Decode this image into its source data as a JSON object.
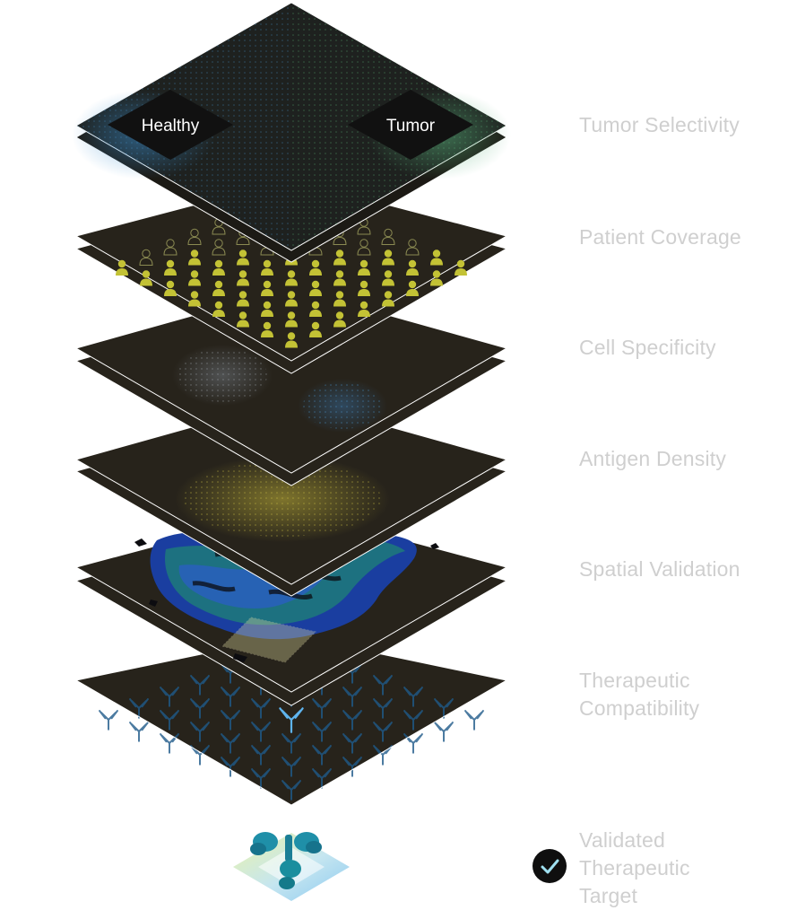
{
  "top_layer": {
    "healthy_label": "Healthy",
    "tumor_label": "Tumor"
  },
  "layers": [
    {
      "label": [
        "Tumor Selectivity"
      ]
    },
    {
      "label": [
        "Patient Coverage"
      ]
    },
    {
      "label": [
        "Cell Specificity"
      ]
    },
    {
      "label": [
        "Antigen Density"
      ]
    },
    {
      "label": [
        "Spatial Validation"
      ]
    },
    {
      "label": [
        "Therapeutic",
        "Compatibility"
      ]
    }
  ],
  "final": {
    "label": [
      "Validated",
      "Therapeutic",
      "Target"
    ],
    "icon": "checkmark-icon"
  },
  "patient_coverage": {
    "total_icons": 64,
    "covered_icons": 42
  },
  "colors": {
    "layer_fill": "#27231b",
    "layer_edge": "#ffffff",
    "healthy_dots": "#3a8fd0",
    "tumor_dots": "#58b07a",
    "patient_covered": "#c3c235",
    "patient_outline": "#8a8a52",
    "density_glow": "#c6b73a",
    "spatial_blue": "#1a3ea0",
    "spatial_teal": "#1f7a7a",
    "antibody": "#1f5a8a",
    "antibody_highlight": "#5fb4ee",
    "label_text": "#cfcfcf",
    "check_circle": "#0f0f0f",
    "check_mark": "#9fe0f0"
  }
}
